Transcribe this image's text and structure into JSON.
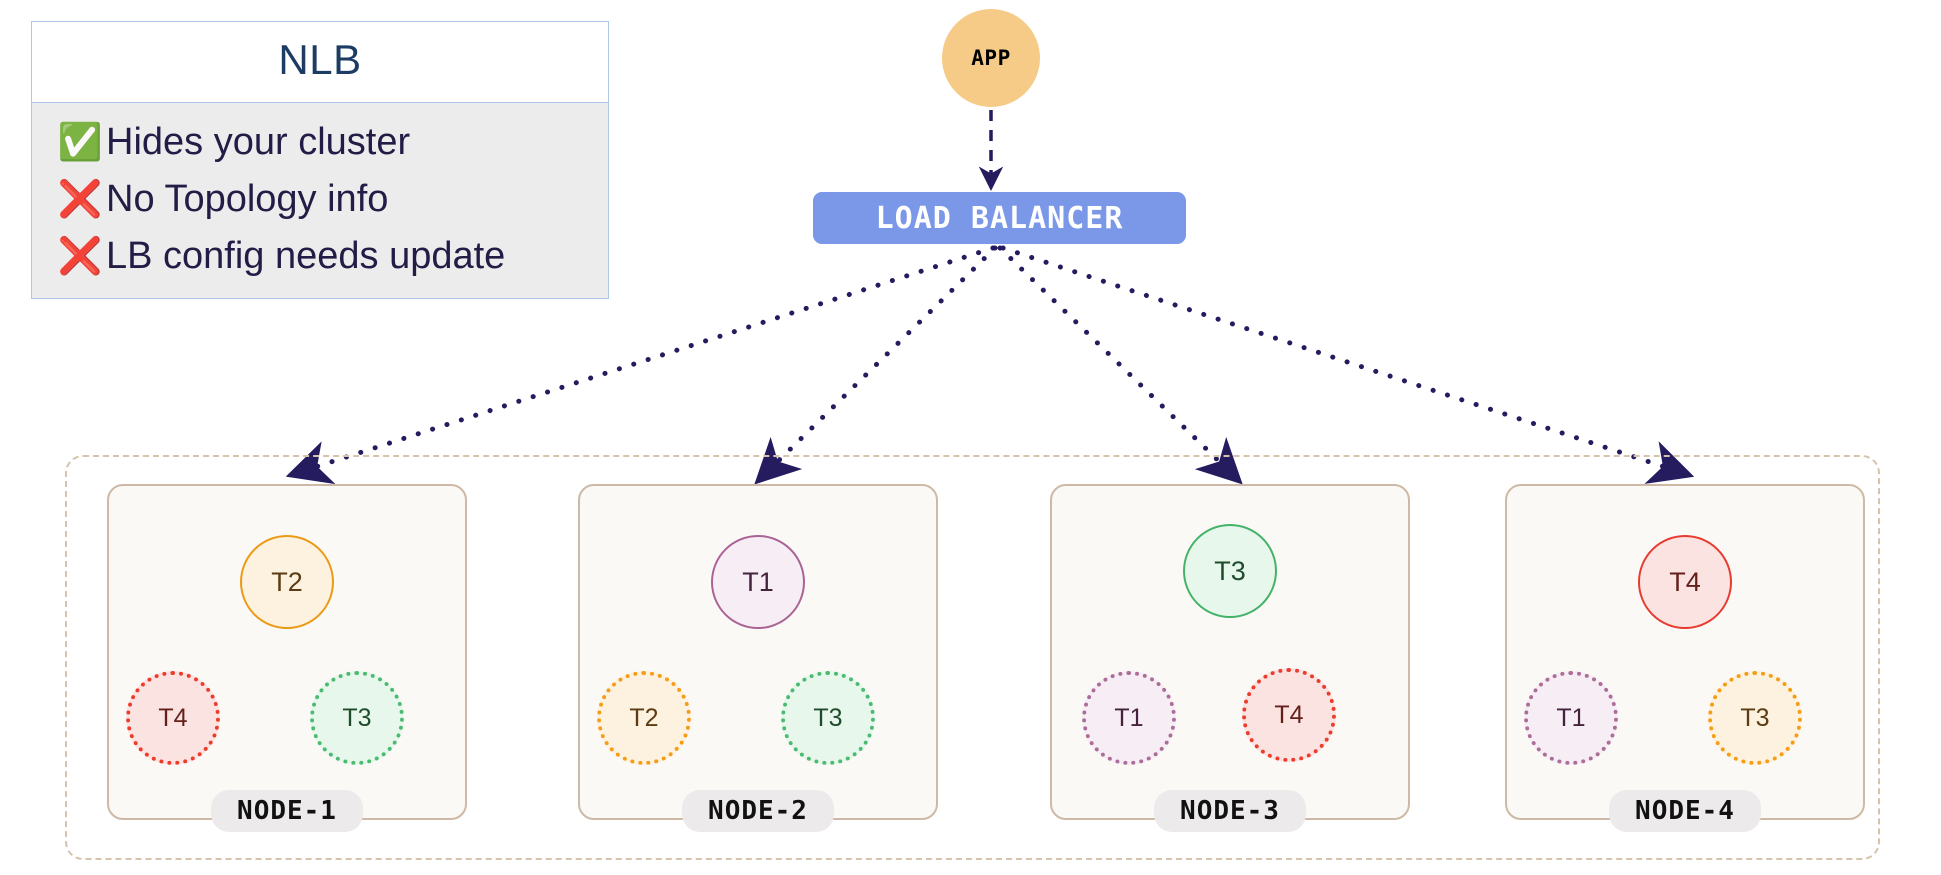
{
  "legend": {
    "title": "NLB",
    "items": [
      {
        "icon": "check-icon",
        "glyph": "✅",
        "kind": "check",
        "text": "Hides your cluster"
      },
      {
        "icon": "cross-icon",
        "glyph": "❌",
        "kind": "cross",
        "text": "No Topology info"
      },
      {
        "icon": "cross-icon",
        "glyph": "❌",
        "kind": "cross",
        "text": "LB config needs update"
      }
    ]
  },
  "app": {
    "label": "APP"
  },
  "load_balancer": {
    "label": "LOAD  BALANCER"
  },
  "nodes": [
    {
      "label": "NODE-1",
      "primary": {
        "id": "T2",
        "color": "orange"
      },
      "replicas": [
        {
          "id": "T4",
          "color": "red"
        },
        {
          "id": "T3",
          "color": "green"
        }
      ]
    },
    {
      "label": "NODE-2",
      "primary": {
        "id": "T1",
        "color": "purple"
      },
      "replicas": [
        {
          "id": "T2",
          "color": "orange"
        },
        {
          "id": "T3",
          "color": "green"
        }
      ]
    },
    {
      "label": "NODE-3",
      "primary": {
        "id": "T3",
        "color": "green"
      },
      "replicas": [
        {
          "id": "T1",
          "color": "purple"
        },
        {
          "id": "T4",
          "color": "red"
        }
      ]
    },
    {
      "label": "NODE-4",
      "primary": {
        "id": "T4",
        "color": "red"
      },
      "replicas": [
        {
          "id": "T1",
          "color": "purple"
        },
        {
          "id": "T3",
          "color": "orange"
        }
      ]
    }
  ],
  "colors": {
    "app_fill": "#f5cb87",
    "lb_fill": "#7b98e8",
    "arrow": "#241c5e",
    "cluster_border": "#d6c3ab",
    "node_border": "#cdb9a5",
    "node_fill": "#fbf9f6",
    "legend_border": "#aec7e8",
    "legend_body": "#ececec",
    "legend_title": "#1c3c64",
    "legend_text": "#241c46",
    "check": "#3cb521",
    "cross": "#e03c1e",
    "tenant_orange": "#eb9a16",
    "tenant_purple": "#ab6294",
    "tenant_green": "#44b268",
    "tenant_red": "#e83b2f"
  }
}
